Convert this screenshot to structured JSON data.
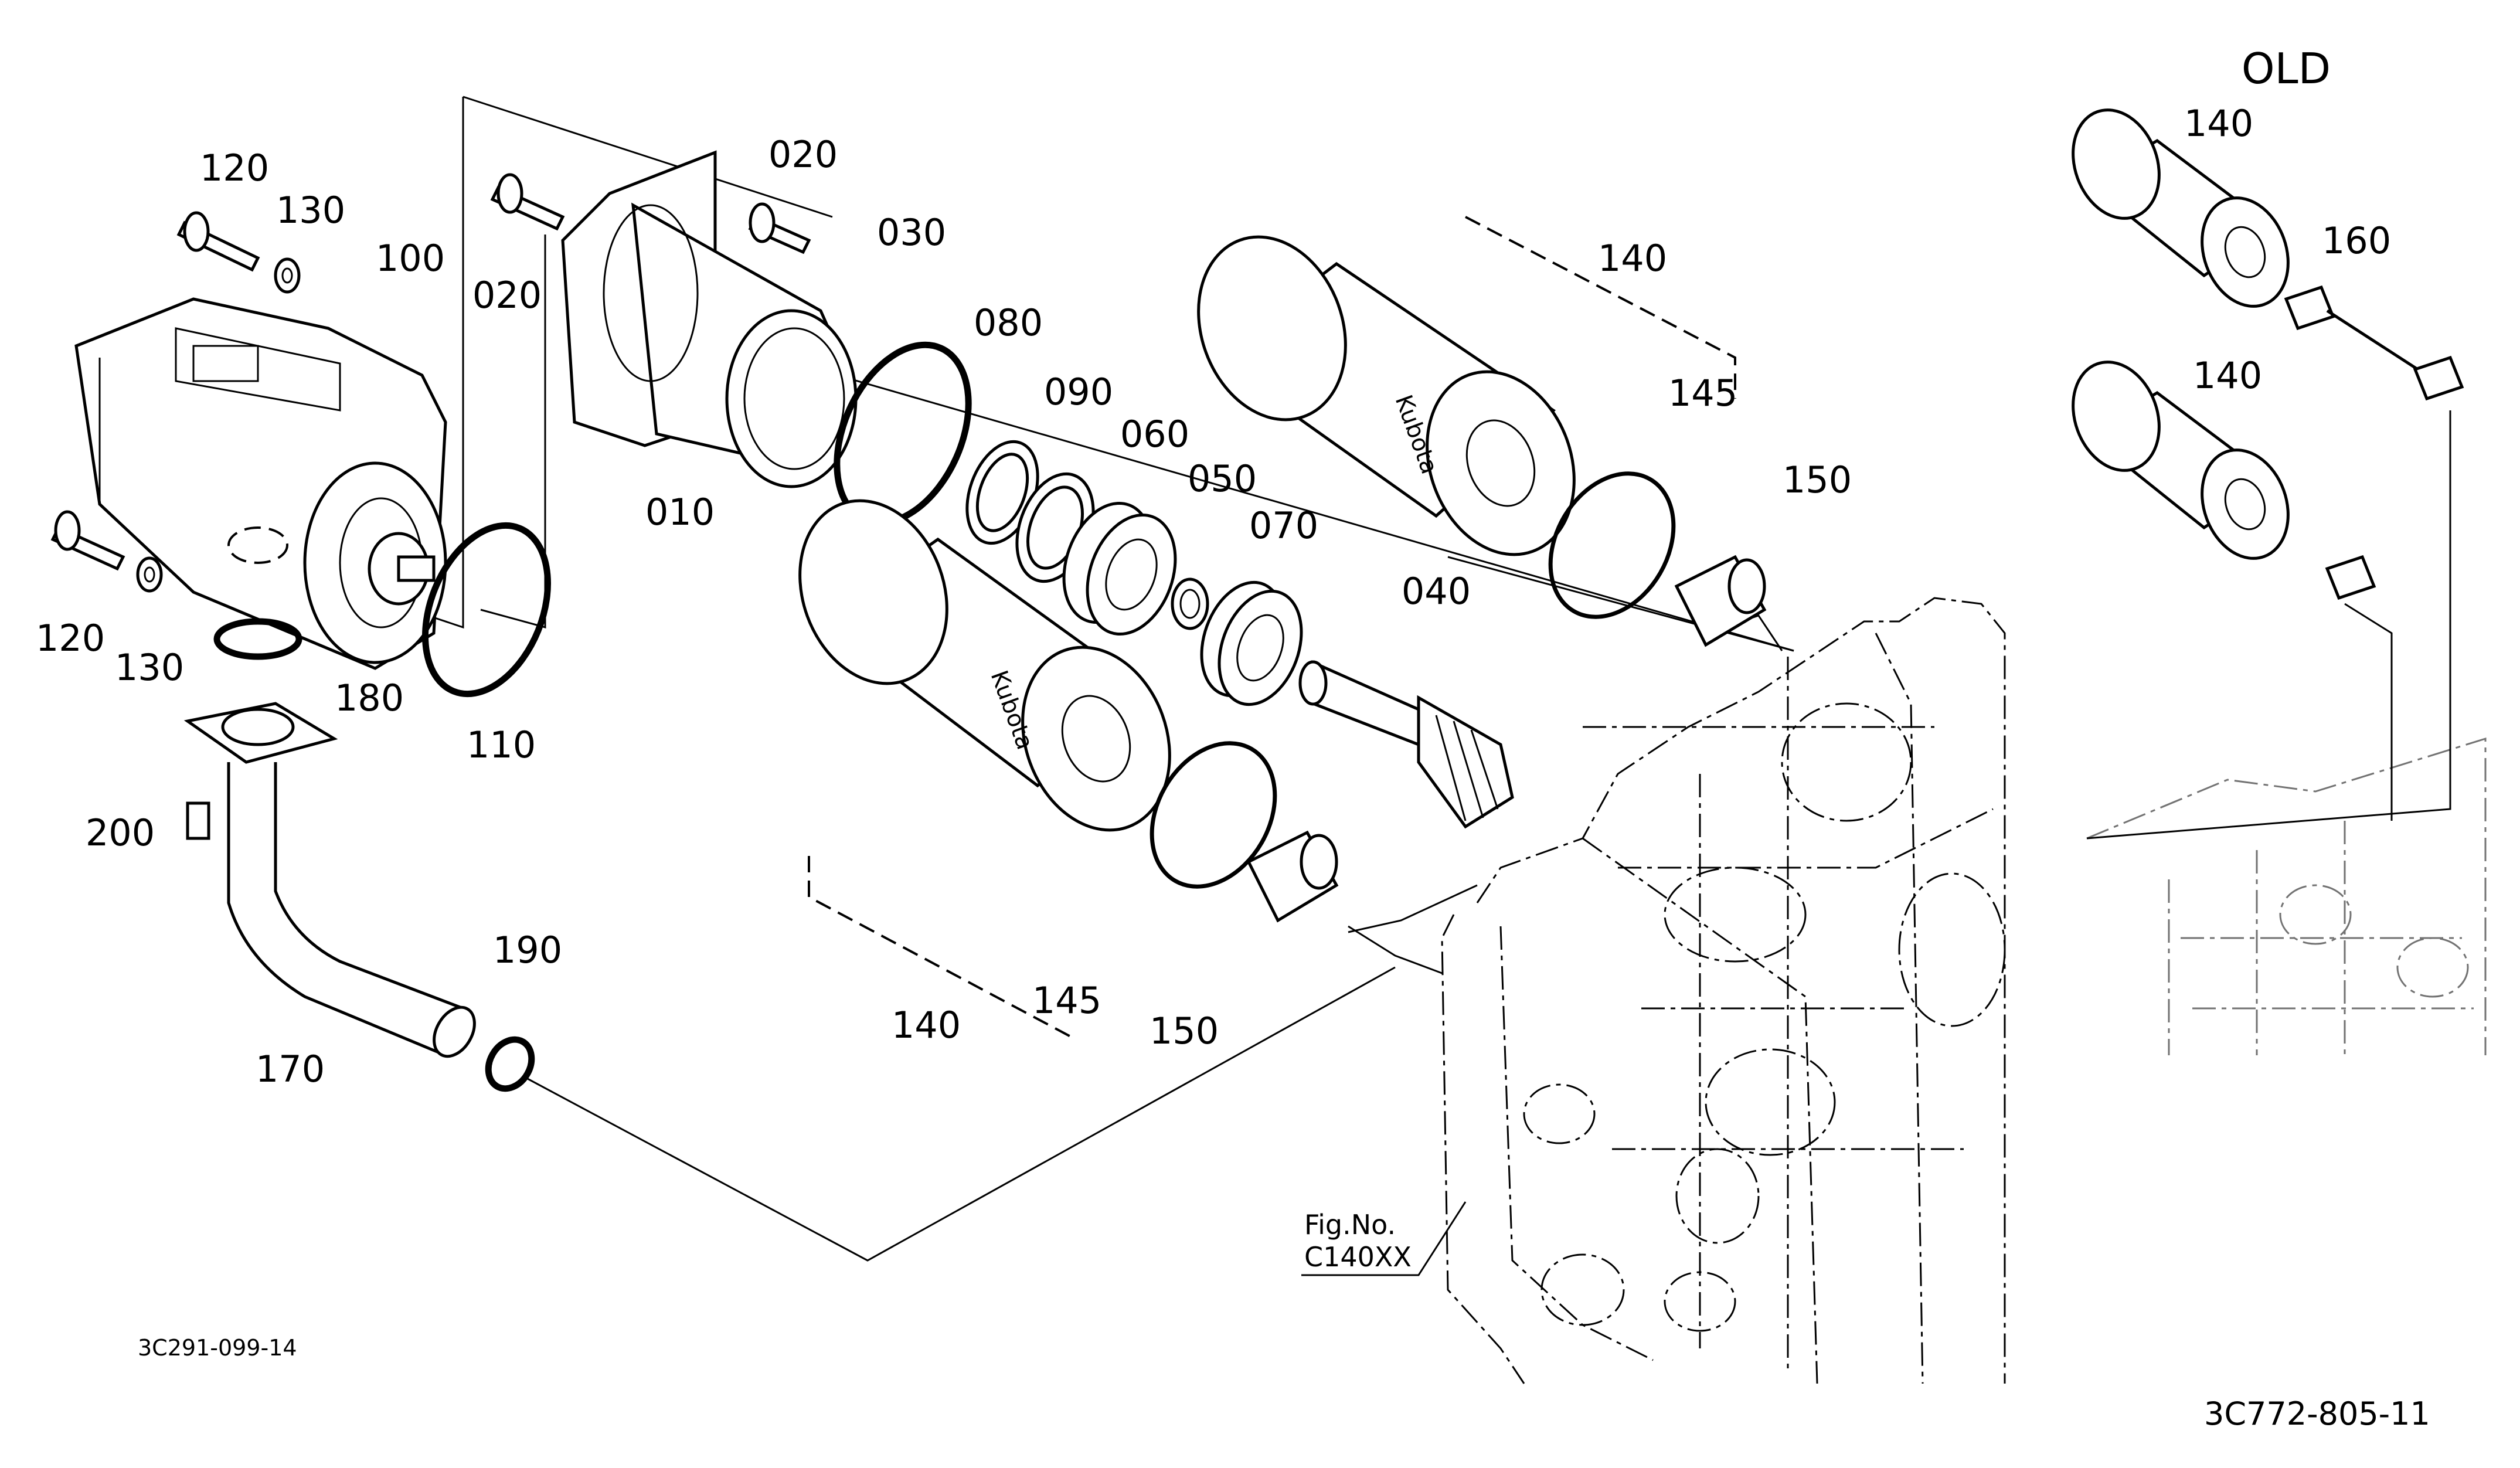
{
  "header": {
    "variant_label": "OLD"
  },
  "part_labels": {
    "p010": "010",
    "p020a": "020",
    "p020b": "020",
    "p030": "030",
    "p040": "040",
    "p050": "050",
    "p060": "060",
    "p070": "070",
    "p080": "080",
    "p090": "090",
    "p100": "100",
    "p110": "110",
    "p120a": "120",
    "p120b": "120",
    "p130a": "130",
    "p130b": "130",
    "p140a": "140",
    "p140b": "140",
    "p140c": "140",
    "p140d": "140",
    "p145a": "145",
    "p145b": "145",
    "p150a": "150",
    "p150b": "150",
    "p160": "160",
    "p170": "170",
    "p180": "180",
    "p190": "190",
    "p200": "200"
  },
  "figure_reference": {
    "line1": "Fig.No.",
    "line2": "C140XX"
  },
  "drawing_numbers": {
    "left": "3C291-099-14",
    "right": "3C772-805-11"
  },
  "filter_brand_text": "Kubota"
}
